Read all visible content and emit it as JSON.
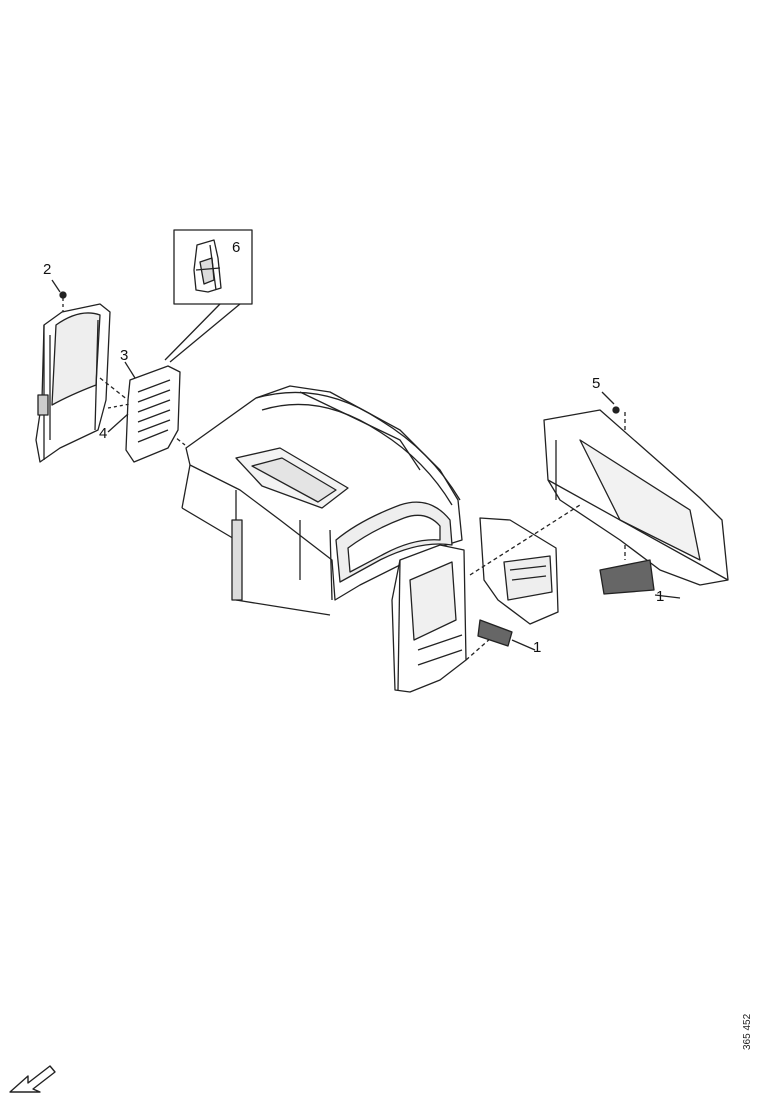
{
  "callouts": {
    "c1a": "1",
    "c1b": "1",
    "c2": "2",
    "c3": "3",
    "c4": "4",
    "c5": "5",
    "c6": "6"
  },
  "reference": "365 452",
  "colors": {
    "stroke": "#222222",
    "fill": "#ffffff",
    "shade": "#dcdcdc"
  },
  "icons": {
    "orientation": "arrow-icon"
  }
}
